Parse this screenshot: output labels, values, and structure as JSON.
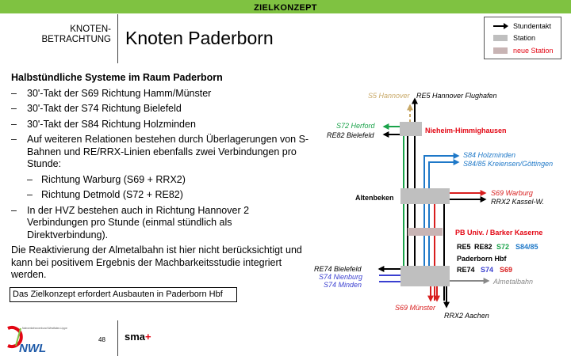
{
  "header": {
    "top_label": "ZIELKONZEPT",
    "section_line1": "KNOTEN-",
    "section_line2": "BETRACHTUNG",
    "title": "Knoten Paderborn"
  },
  "legend": {
    "items": [
      {
        "label": "Stundentakt",
        "symbol": "arrow",
        "color": "#000000"
      },
      {
        "label": "Station",
        "symbol": "box",
        "color": "#bfbfbf"
      },
      {
        "label": "neue Station",
        "symbol": "box",
        "color": "#c8b4b4",
        "text_color": "#e30613"
      }
    ]
  },
  "content": {
    "heading": "Halbstündliche Systeme im Raum Paderborn",
    "bullets": [
      "30'-Takt der S69 Richtung Hamm/Münster",
      "30'-Takt der S74 Richtung Bielefeld",
      "30'-Takt der S84 Richtung Holzminden",
      "Auf weiteren Relationen bestehen durch Überlagerungen von S-Bahnen und RE/RRX-Linien ebenfalls zwei Verbindungen pro Stunde:"
    ],
    "sub_bullets": [
      "Richtung Warburg (S69 + RRX2)",
      "Richtung Detmold (S72 + RE82)"
    ],
    "bullet_hvz": "In der HVZ bestehen auch in Richtung Hannover 2 Verbindungen pro Stunde (einmal stündlich als Direktverbindung).",
    "paragraph": "Die Reaktivierung der Almetalbahn ist hier nicht berücksichtigt und kann bei positivem Ergebnis der Machbarkeitsstudie integriert werden.",
    "box_text": "Das Zielkonzept erfordert Ausbauten in Paderborn Hbf"
  },
  "footer": {
    "page_number": "48",
    "logo_text": "NWL",
    "logo_small": "Nahverkehrsverbund Westfalen-Lippe",
    "brand": "sma",
    "brand_plus": "+"
  },
  "diagram": {
    "colors": {
      "s72": "#1aa34a",
      "s74": "#3a3fd0",
      "s69": "#d81e1e",
      "s84": "#1e78c8",
      "gray": "#888888",
      "hannover": "#c8a866",
      "station": "#bfbfbf",
      "new_station": "#c8b4b4",
      "new_station_text": "#e30613"
    },
    "labels": {
      "s5_hannover": "S5 Hannover",
      "re5_flughafen": "RE5 Hannover Flughafen",
      "s72_herford": "S72 Herford",
      "re82_bielefeld": "RE82 Bielefeld",
      "nieheim": "Nieheim-Himmighausen",
      "s84_holzminden": "S84 Holzminden",
      "s8485_kreiensen": "S84/85 Kreiensen/Göttingen",
      "altenbeken": "Altenbeken",
      "s69_warburg": "S69 Warburg",
      "rrx2_kassel": "RRX2 Kassel-W.",
      "pb_univ": "PB Univ. / Barker Kaserne",
      "line_re5": "RE5",
      "line_re82": "RE82",
      "line_s72": "S72",
      "line_s8485": "S84/85",
      "paderborn_hbf": "Paderborn Hbf",
      "line_re74": "RE74",
      "line_s74": "S74",
      "line_s69": "S69",
      "re74_bielefeld": "RE74 Bielefeld",
      "s74_nienburg": "S74 Nienburg",
      "s74_minden": "S74 Minden",
      "almetalbahn": "Almetalbahn",
      "s69_muenster": "S69 Münster",
      "rrx2_aachen": "RRX2 Aachen"
    }
  }
}
